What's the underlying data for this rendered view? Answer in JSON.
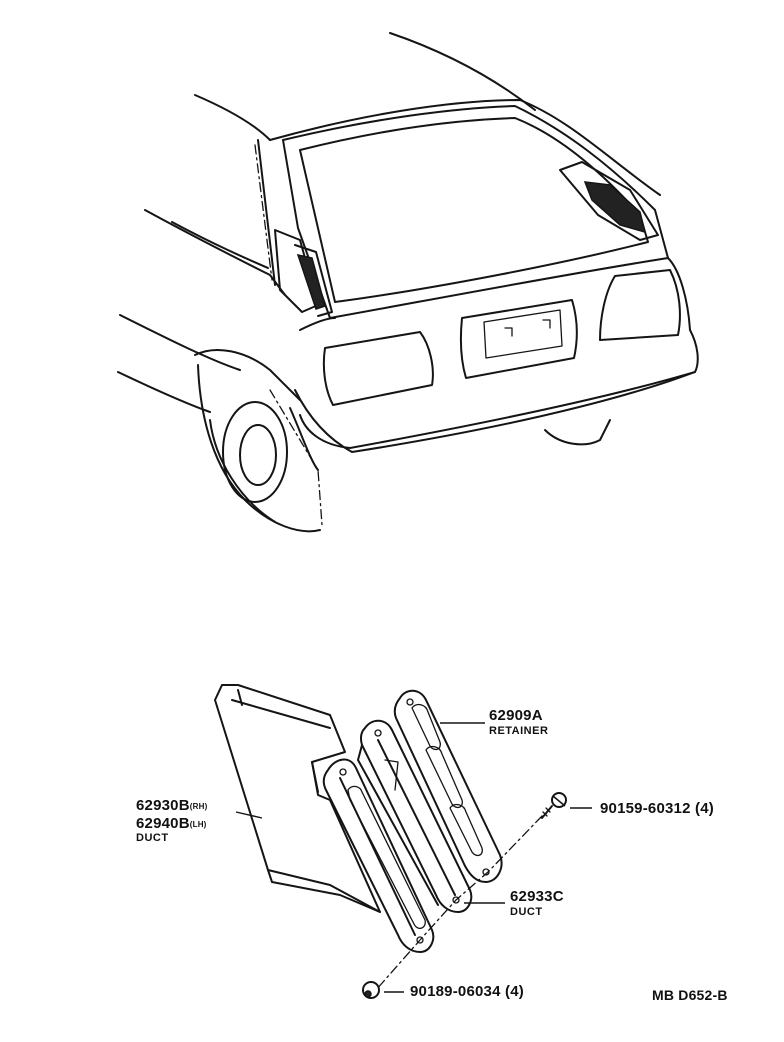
{
  "parts": {
    "retainer": {
      "number": "62909A",
      "name": "RETAINER"
    },
    "duct_rh": {
      "number": "62930B",
      "side": "(RH)"
    },
    "duct_lh": {
      "number": "62940B",
      "side": "(LH)"
    },
    "duct_left_name": "DUCT",
    "screw": {
      "number": "90159-60312",
      "qty": "(4)"
    },
    "duct_c": {
      "number": "62933C",
      "name": "DUCT"
    },
    "nut": {
      "number": "90189-06034",
      "qty": "(4)"
    }
  },
  "diagram_code": "MB D652-B"
}
